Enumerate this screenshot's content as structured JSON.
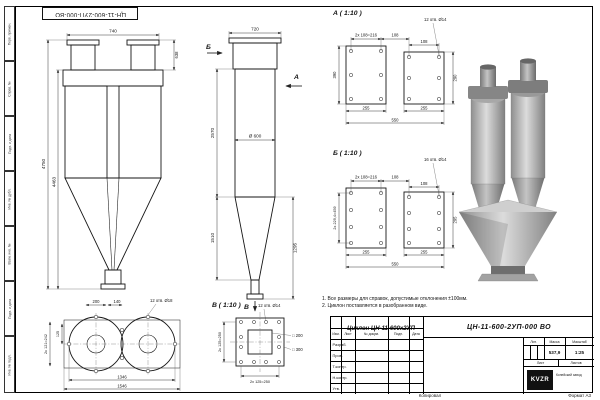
{
  "sheet": {
    "stamp_top": "ЦН-11-600-2УП-000-ВО",
    "copied_label": "Копировал",
    "format_label": "Формат А3",
    "side_labels": {
      "perv": "Перв. примен.",
      "sprav": "Справ. №",
      "podp1": "Подп. и дата",
      "inv_dubl": "Инв. № дубл.",
      "vzam": "Взам. инв. №",
      "podp2": "Подп. и дата",
      "inv_podl": "Инв. № подл."
    }
  },
  "notes": {
    "line1": "1. Все размеры для справок, допустимые отклонения ±100мм.",
    "line2": "2. Циклон поставляется в разобранном виде."
  },
  "front_view": {
    "dim_top": "740",
    "dim_total_height": "4750",
    "dim_body_height": "4463",
    "dim_outlet_height": "638"
  },
  "side_view": {
    "dim_top": "720",
    "diameter": "Ø 600",
    "dim_cylinder": "2570",
    "dim_cone": "1510",
    "dim_right": "1295",
    "view_a": "А",
    "view_b": "Б",
    "view_v": "В"
  },
  "detail_a": {
    "title": "А ( 1:10 )",
    "dim_pitch": "2x 108=216",
    "dim_108_left": "108",
    "dim_108_right": "108",
    "holes": "12 отв. Ø14",
    "dim_left_height": "390",
    "dim_right_height": "290",
    "dim_width_left": "255",
    "dim_width_right": "255",
    "dim_width_total": "550"
  },
  "detail_b": {
    "title": "Б ( 1:10 )",
    "dim_pitch": "2x 108=216",
    "dim_108_left": "108",
    "dim_108_right": "108",
    "holes": "16 отв. Ø14",
    "dim_left_height": "2x 229,4=459",
    "dim_right_height": "295",
    "dim_width_left": "255",
    "dim_width_right": "255",
    "dim_width_total": "550"
  },
  "bottom_view": {
    "dim_200": "200",
    "dim_140": "140",
    "holes": "12 отв. Ø18",
    "dim_125": "125",
    "dim_1346": "1346",
    "dim_1546": "1546",
    "dim_left": "2x 121=242"
  },
  "detail_v": {
    "title": "В ( 1:10 )",
    "holes": "12 отв. Ø14",
    "square_inner": "□ 200",
    "square_outer": "□ 300",
    "dim_bottom": "2x 125=250",
    "dim_left": "2x 125=250"
  },
  "title_block": {
    "doc_number": "ЦН-11-600-2УП-000 ВО",
    "product_title": "Циклон ЦН-11-600х2УП",
    "col_izm": "Изм.",
    "col_list": "Лист",
    "col_doc": "№ докум.",
    "col_podp": "Подп.",
    "col_data": "Дата",
    "row_razrab": "Разраб.",
    "row_prov": "Пров.",
    "row_tkontr": "Т.контр.",
    "row_nkontr": "Н.контр.",
    "row_utv": "Утв.",
    "lit_label": "Лит.",
    "mass_label": "Масса",
    "scale_label": "Масштаб",
    "mass_value": "537,9",
    "scale_value": "1:25",
    "sheet_label": "Лист",
    "sheets_label": "Листов",
    "logo_text": "KVZR",
    "company": "Копейский завод"
  }
}
